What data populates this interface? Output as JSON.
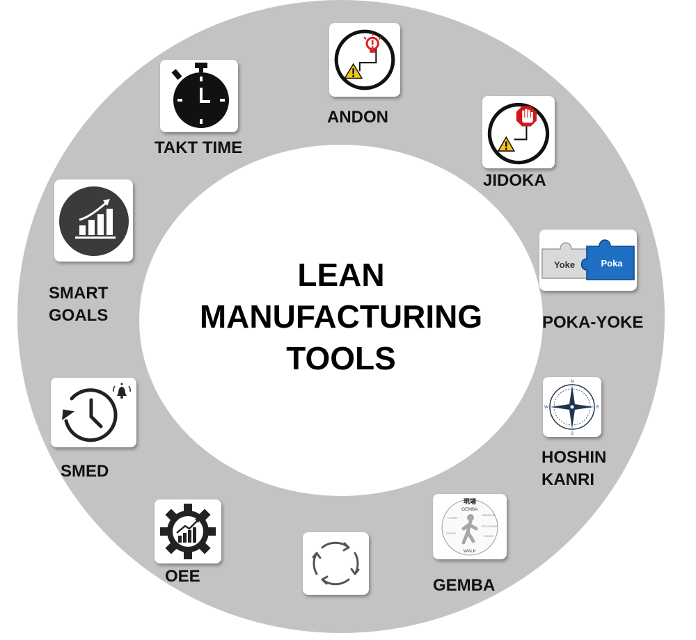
{
  "title": [
    "LEAN",
    "MANUFACTURING",
    "TOOLS"
  ],
  "tools": {
    "andon": {
      "label": "ANDON",
      "icon": "andon-alert-icon"
    },
    "jidoka": {
      "label": "JIDOKA",
      "icon": "stop-hand-icon"
    },
    "poka_yoke": {
      "label": "POKA-YOKE",
      "icon": "puzzle-pieces-icon",
      "piece_left": "Yoke",
      "piece_right": "Poka"
    },
    "hoshin_kanri": {
      "label": [
        "HOSHIN",
        "KANRI"
      ],
      "icon": "compass-rose-icon",
      "compass": [
        "N",
        "E",
        "S",
        "W"
      ]
    },
    "gemba": {
      "label": "GEMBA",
      "icon": "gemba-walk-icon",
      "kanji": "現場",
      "top": "GEMBA",
      "bottom": "WALK",
      "words": [
        "LISTEN",
        "OBSERVE",
        "RECOGNIZE",
        "COACH",
        "SOLVE"
      ]
    },
    "continuous": {
      "icon": "cycle-arrows-icon"
    },
    "oee": {
      "label": "OEE",
      "icon": "gear-chart-icon"
    },
    "smed": {
      "label": "SMED",
      "icon": "history-clock-icon"
    },
    "smart_goals": {
      "label": [
        "SMART",
        "GOALS"
      ],
      "icon": "growth-chart-icon"
    },
    "takt_time": {
      "label": "TAKT TIME",
      "icon": "stopwatch-icon"
    }
  }
}
